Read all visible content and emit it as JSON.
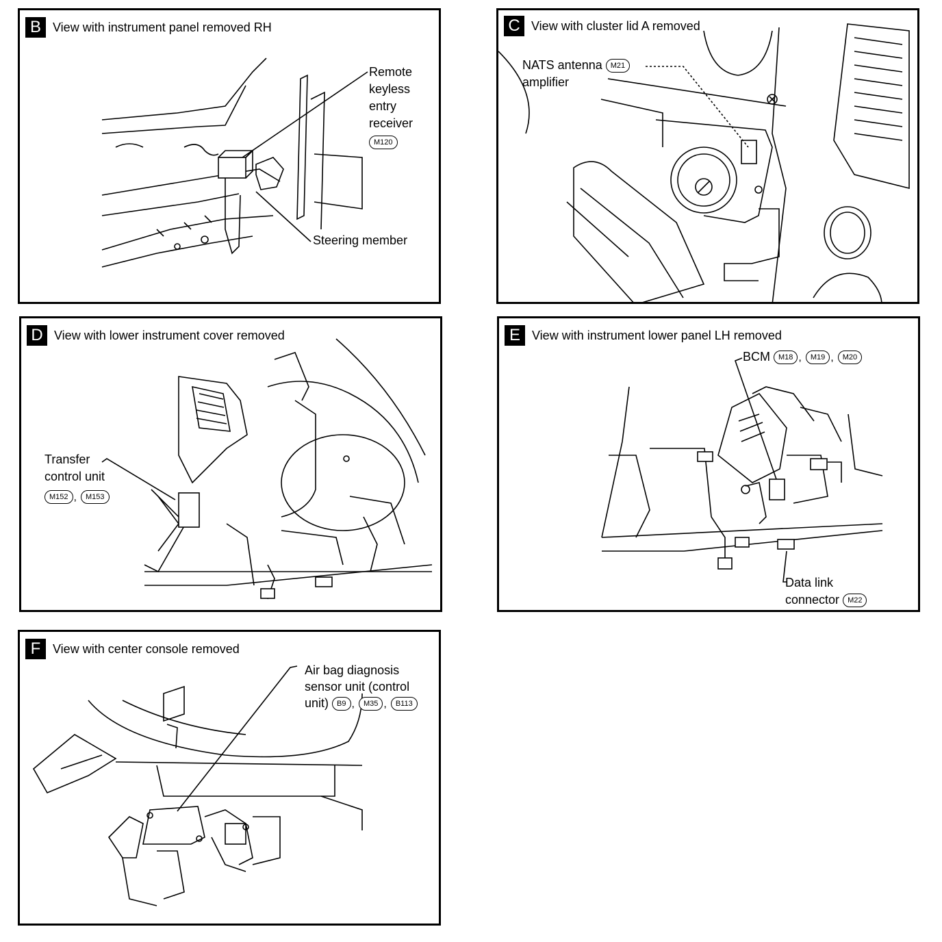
{
  "panels": {
    "B": {
      "letter": "B",
      "title": "View with instrument panel removed RH",
      "receiver_lines": [
        "Remote",
        "keyless",
        "entry",
        "receiver"
      ],
      "receiver_connector": "M120",
      "steering_member": "Steering member"
    },
    "C": {
      "letter": "C",
      "title": "View with cluster lid A removed",
      "nats_line1": "NATS antenna",
      "nats_line2": "amplifier",
      "nats_connector": "M21"
    },
    "D": {
      "letter": "D",
      "title": "View with lower instrument cover removed",
      "tcu_line1": "Transfer",
      "tcu_line2": "control unit",
      "tcu_connectors": [
        "M152",
        "M153"
      ]
    },
    "E": {
      "letter": "E",
      "title": "View with instrument lower panel LH removed",
      "bcm_label": "BCM",
      "bcm_connectors": [
        "M18",
        "M19",
        "M20"
      ],
      "dlc_line1": "Data link",
      "dlc_line2": "connector",
      "dlc_connector": "M22"
    },
    "F": {
      "letter": "F",
      "title": "View with center console removed",
      "airbag_line1": "Air bag diagnosis",
      "airbag_line2": "sensor unit (control",
      "airbag_line3": "unit)",
      "airbag_connectors": [
        "B9",
        "M35",
        "B113"
      ]
    }
  },
  "separator": ","
}
